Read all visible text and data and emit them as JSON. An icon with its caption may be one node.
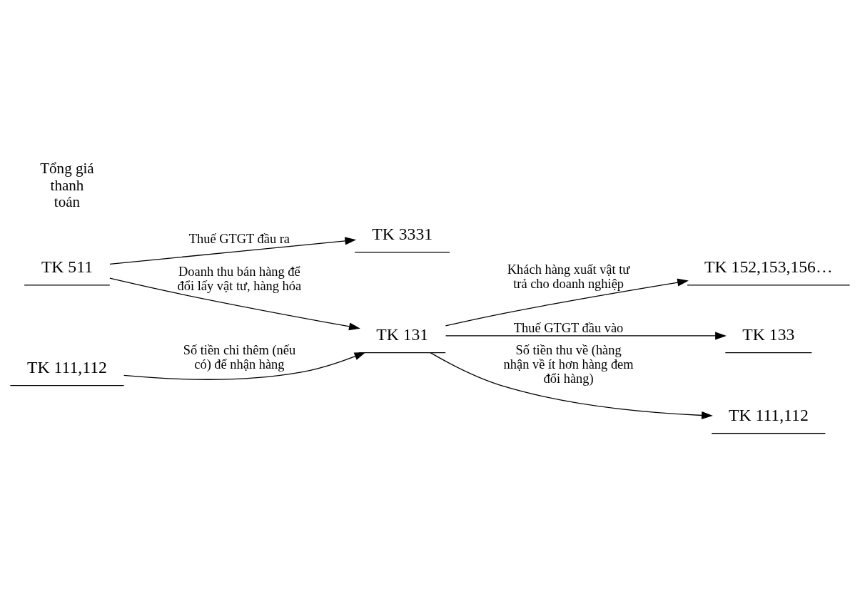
{
  "diagram": {
    "nodes": [
      {
        "text": [
          "TK 511"
        ]
      },
      {
        "text": [
          "TK 131"
        ]
      },
      {
        "text": [
          "TK 152,153,156…"
        ]
      },
      {
        "text": [
          "TK 3331"
        ]
      },
      {
        "text": [
          "TK 133"
        ]
      },
      {
        "text": [
          "TK 111,112"
        ]
      },
      {
        "text": [
          "TK 111,112"
        ]
      }
    ],
    "edges": [
      {
        "from": 0,
        "to": 1,
        "arrow": "to",
        "label": "Doanh thu bán hàng để đổi lấy vật tư, hàng hóa"
      },
      {
        "from": 0,
        "to": 3,
        "arrow": "to",
        "label": "Thuế GTGT đầu ra"
      },
      {
        "from": 1,
        "to": 2,
        "arrow": "to",
        "label": "Khách hàng xuất vật tư trả cho doanh nghiệp"
      },
      {
        "from": 1,
        "to": 4,
        "arrow": "to",
        "label": "Thuế GTGT đầu vào"
      },
      {
        "from": 5,
        "to": 1,
        "arrow": "to",
        "label": "Số tiền chi thêm (nếu có) để nhận hàng"
      },
      {
        "from": 1,
        "to": 6,
        "arrow": "to",
        "label": "Số tiền thu về (hàng nhận về ít hơn hàng đem đổi hàng)"
      }
    ],
    "labels": [
      "Tổng giá thanh toán"
    ]
  }
}
